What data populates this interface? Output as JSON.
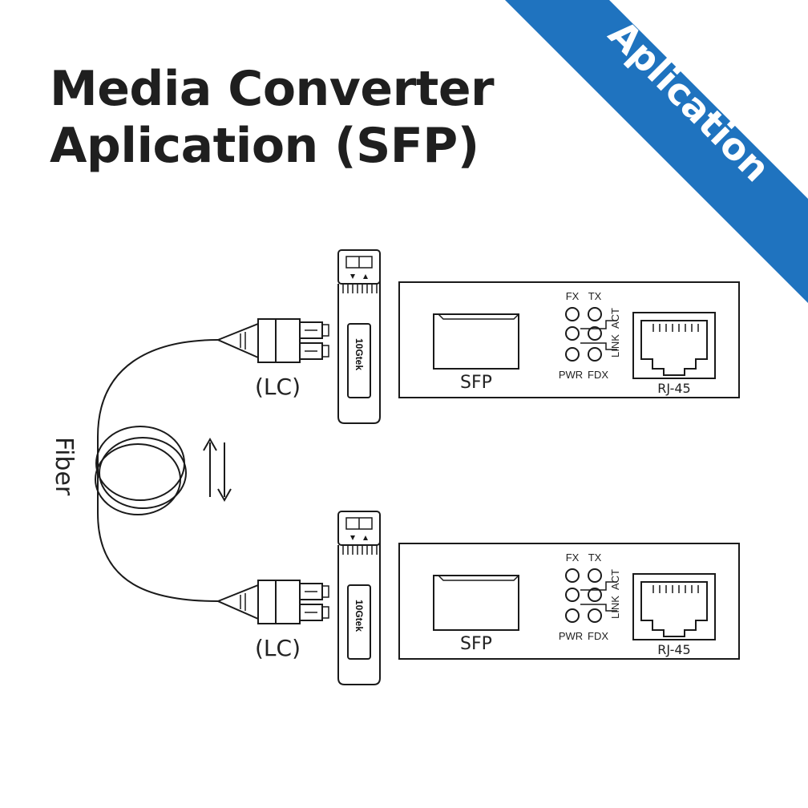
{
  "title": {
    "line1": "Media Converter",
    "line2": "Aplication (SFP)"
  },
  "ribbon": {
    "label": "Aplication",
    "color": "#1f73bf"
  },
  "fiber_label": "Fiber",
  "arrows_icon": "bidirectional-arrows-icon",
  "units": [
    {
      "connector_label": "(LC)",
      "module_brand": "10Gtek",
      "slot_label": "SFP",
      "port_label": "RJ-45",
      "led_labels": {
        "fx": "FX",
        "tx": "TX",
        "pwr": "PWR",
        "fdx": "FDX",
        "link": "LINK",
        "act": "ACT"
      }
    },
    {
      "connector_label": "(LC)",
      "module_brand": "10Gtek",
      "slot_label": "SFP",
      "port_label": "RJ-45",
      "led_labels": {
        "fx": "FX",
        "tx": "TX",
        "pwr": "PWR",
        "fdx": "FDX",
        "link": "LINK",
        "act": "ACT"
      }
    }
  ]
}
